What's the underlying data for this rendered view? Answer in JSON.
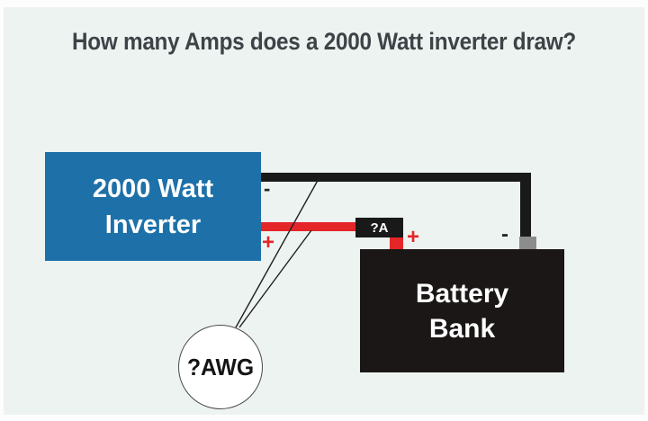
{
  "title": "How many Amps does a 2000 Watt inverter draw?",
  "inverter": {
    "label_line1": "2000 Watt",
    "label_line2": "Inverter"
  },
  "battery": {
    "label_line1": "Battery",
    "label_line2": "Bank"
  },
  "labels": {
    "current_question": "?A",
    "wire_gauge_question": "?AWG",
    "inverter_negative": "-",
    "inverter_positive": "+",
    "battery_negative": "-",
    "battery_positive": "+"
  },
  "colors": {
    "background": "#edf3f0",
    "title_text": "#3e4347",
    "inverter_blue": "#1d71a8",
    "wire_red": "#e52629",
    "wire_black": "#191919",
    "battery_black": "#1a1716",
    "terminal_gray": "#8c8c8c"
  }
}
